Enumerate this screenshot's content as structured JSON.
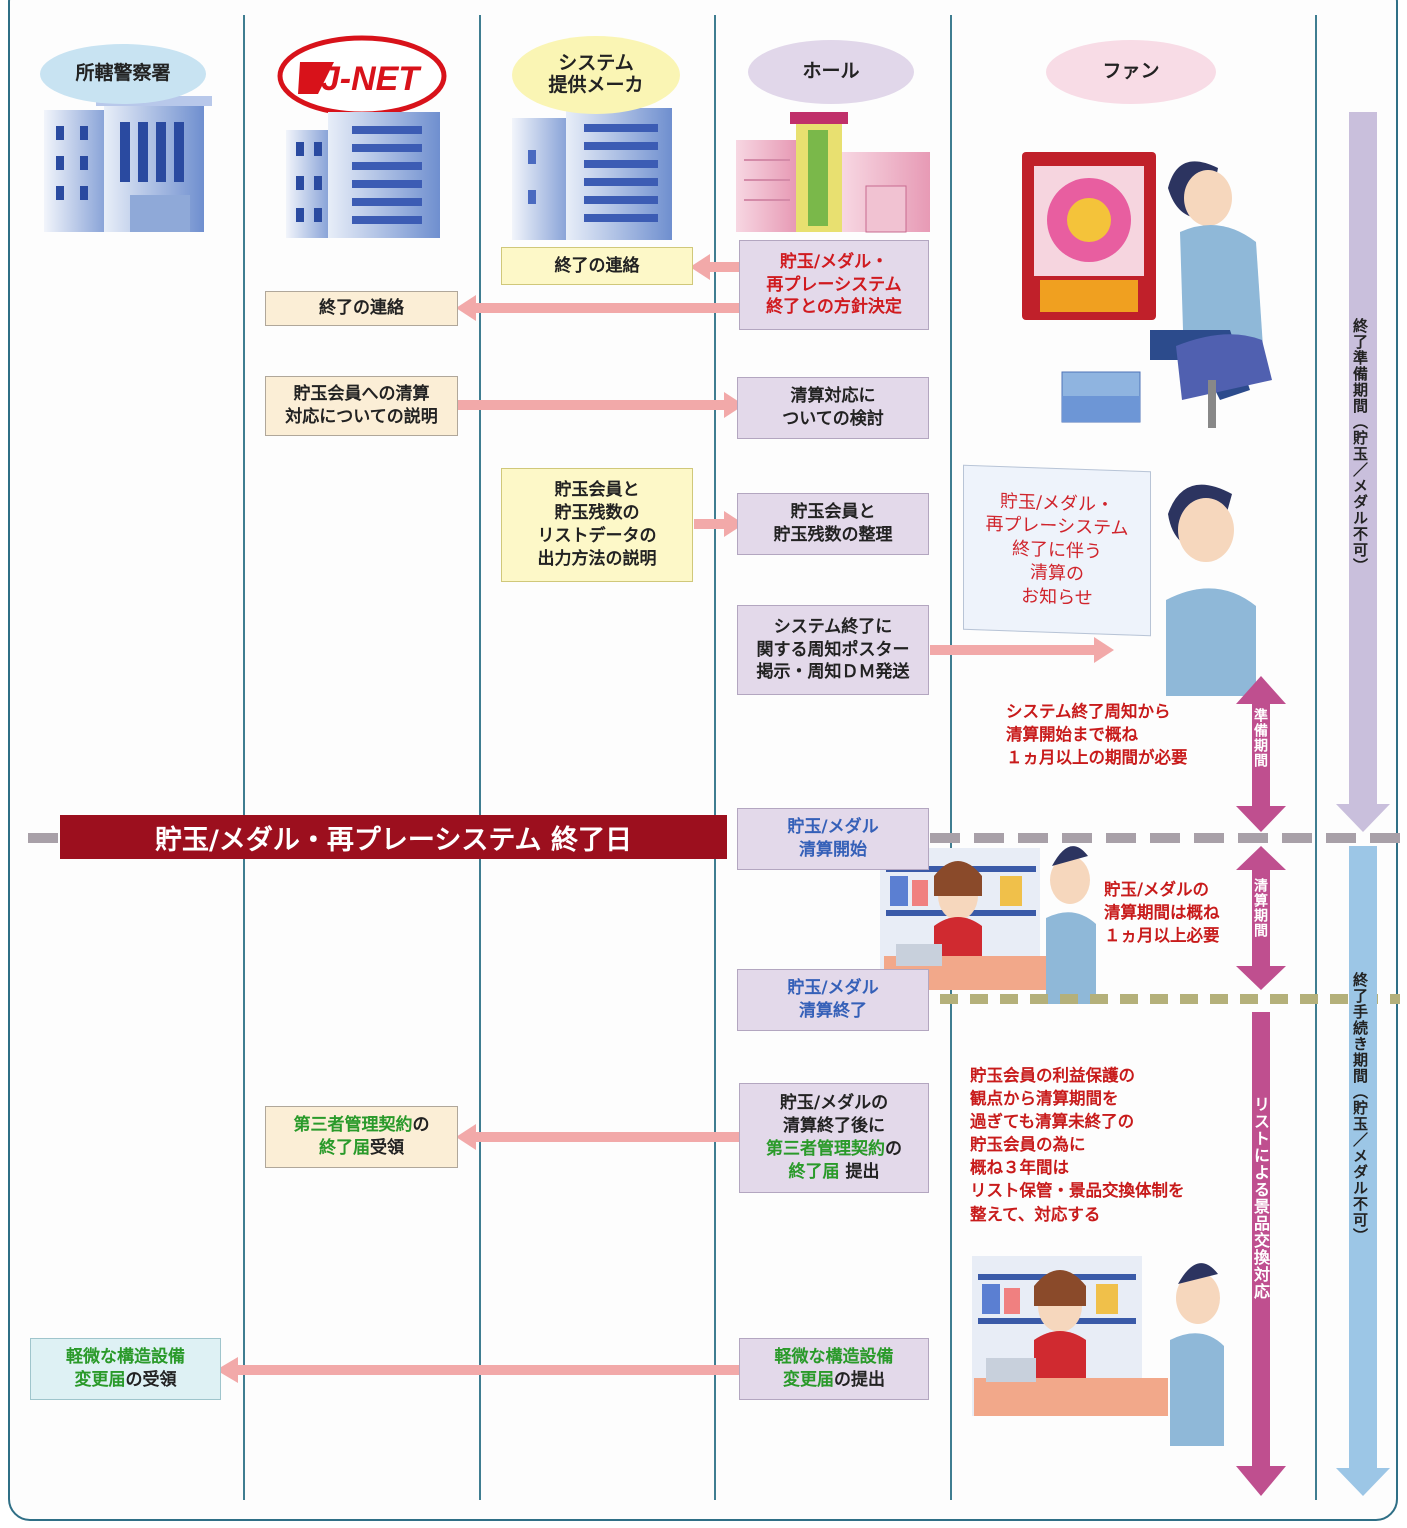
{
  "lanes": {
    "police": "所轄警察署",
    "jnet": "J-NET",
    "maker": "システム\n提供メーカ",
    "hall": "ホール",
    "fan": "ファン"
  },
  "boxes": {
    "maker_end_notice": "終了の連絡",
    "hall_decision": "貯玉/メダル・\n再プレーシステム\n終了との方針決定",
    "jnet_end_notice": "終了の連絡",
    "jnet_explain": "貯玉会員への清算\n対応についての説明",
    "hall_review": "清算対応に\nついての検討",
    "maker_explain": "貯玉会員と\n貯玉残数の\nリストデータの\n出力方法の説明",
    "hall_organize": "貯玉会員と\n貯玉残数の整理",
    "hall_poster": "システム終了に\n関する周知ポスター\n掲示・周知ＤＭ発送",
    "hall_settle_start": "貯玉/メダル\n清算開始",
    "hall_settle_end": "貯玉/メダル\n清算終了",
    "hall_submit_1": "貯玉/メダルの\n清算終了後に",
    "hall_submit_2": "第三者管理契約",
    "hall_submit_3": "の",
    "hall_submit_4": "終了届",
    "hall_submit_5": "提出",
    "jnet_receive_1": "第三者管理契約",
    "jnet_receive_2": "の",
    "jnet_receive_3": "終了届",
    "jnet_receive_4": "受領",
    "hall_struct_1": "軽微な構造設備",
    "hall_struct_2": "変更届",
    "hall_struct_3": "の提出",
    "police_struct_1": "軽微な構造設備",
    "police_struct_2": "変更届",
    "police_struct_3": "の受領"
  },
  "poster_text": "貯玉/メダル・\n再プレーシステム\n終了に伴う\n清算の\nお知らせ",
  "banner": "貯玉/メダル・再プレーシステム 終了日",
  "notes": {
    "prep": "システム終了周知から\n清算開始まで概ね\n１ヵ月以上の期間が必要",
    "settle": "貯玉/メダルの\n清算期間は概ね\n１ヵ月以上必要",
    "protect": "貯玉会員の利益保護の\n観点から清算期間を\n過ぎても清算未終了の\n貯玉会員の為に\n概ね３年間は\nリスト保管・景品交換体制を\n整えて、対応する"
  },
  "periods": {
    "prep_short": "準備期間",
    "settle_short": "清算期間",
    "list_exchange": "リストによる景品交換対応",
    "prep_long": "終了準備期間（貯玉／メダル不可）",
    "proc_long": "終了手続き期間（貯玉／メダル不可）"
  },
  "colors": {
    "lane": "#3f7d91",
    "arrow": "#f2a9a9",
    "period_lavender": "#c9bfdc",
    "period_blue": "#9cc6e6",
    "period_magenta": "#bf4f8f",
    "banner": "#9c0f1e"
  }
}
